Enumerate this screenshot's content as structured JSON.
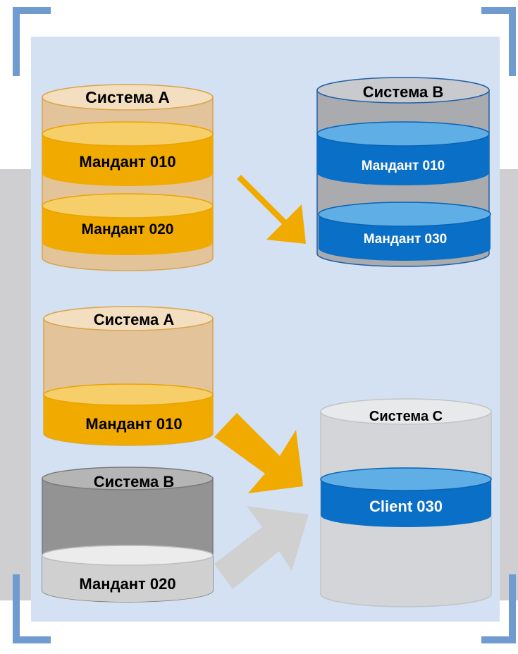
{
  "colors": {
    "panel": "#d3e1f2",
    "gray_band": "#cfcfd1",
    "bracket": "#6f9bd0",
    "orange_body": "#e3c49a",
    "orange_top": "#f3dfbf",
    "orange_ring": "#f0aa00",
    "orange_ring_top": "#f7cf6a",
    "gray_body": "#a9abaf",
    "gray_top": "#c8cacd",
    "blue_ring": "#0a6fc6",
    "blue_ring_top": "#5faee6",
    "dark_gray_body": "#939393",
    "dark_gray_top": "#b5b5b5",
    "light_ring": "#d0d0d0",
    "light_ring_top": "#ececec",
    "light_gray_body": "#d3d5d8",
    "light_gray_top": "#e8e9eb",
    "arrow_orange": "#f0aa00",
    "arrow_gray": "#d0d0d0"
  },
  "diagram": {
    "top_left": {
      "title": "Система A",
      "client1": "Мандант 010",
      "client2": "Мандант 020"
    },
    "top_right": {
      "title": "Система B",
      "client1": "Мандант 010",
      "client2": "Мандант 030"
    },
    "bottom_left_a": {
      "title": "Система A",
      "client1": "Мандант 010"
    },
    "bottom_left_b": {
      "title": "Система B",
      "client1": "Мандант 020"
    },
    "bottom_right": {
      "title": "Система C",
      "client1": "Client 030"
    }
  }
}
